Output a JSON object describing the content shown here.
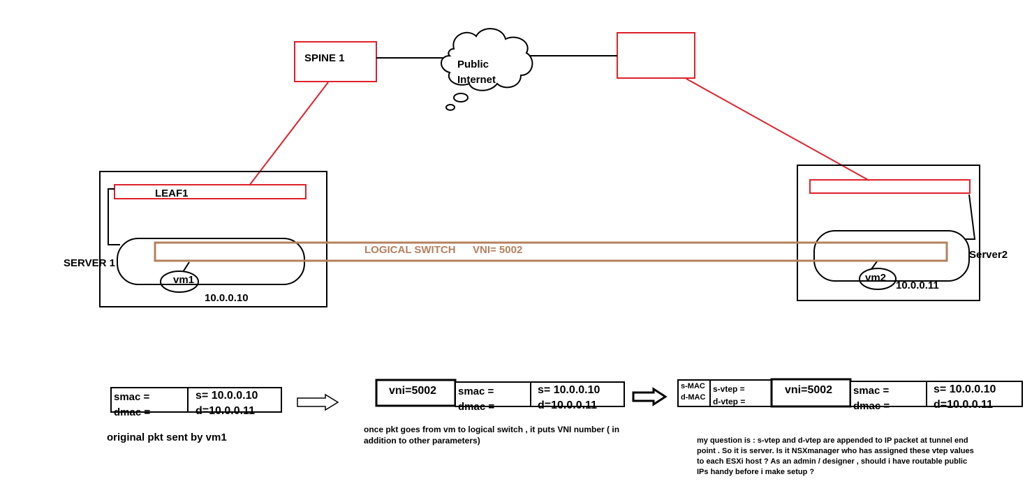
{
  "diagram": {
    "spine": {
      "label": "SPINE 1"
    },
    "cloud": {
      "line1": "Public",
      "line2": "Internet"
    },
    "server1": {
      "label": "SERVER 1",
      "leaf_label": "LEAF1",
      "vm_label": "vm1",
      "ip": "10.0.0.10"
    },
    "server2": {
      "label": "Server2",
      "vm_label": "vm2",
      "ip": "10.0.0.11"
    },
    "logical_switch": {
      "label": "LOGICAL SWITCH",
      "vni": "VNI= 5002"
    }
  },
  "packets": {
    "original": {
      "smac": "smac =",
      "dmac": "dmac =",
      "src": "s= 10.0.0.10",
      "dst": "d=10.0.0.11",
      "caption": "original pkt sent by vm1"
    },
    "vxlan": {
      "vni": "vni=5002",
      "smac": "smac =",
      "dmac": "dmac =",
      "src": "s= 10.0.0.10",
      "dst": "d=10.0.0.11",
      "caption": "once pkt goes from vm to logical switch , it puts VNI number ( in addition to other parameters)"
    },
    "tunnel": {
      "smac_outer": "s-MAC",
      "dmac_outer": "d-MAC",
      "svtep": "s-vtep =",
      "dvtep": "d-vtep =",
      "vni": "vni=5002",
      "smac": "smac =",
      "dmac": "dmac =",
      "src": "s= 10.0.0.10",
      "dst": "d=10.0.0.11",
      "question": "my question is : s-vtep and d-vtep are appended to IP packet at tunnel end point . So it is server. Is it NSXmanager who has assigned these vtep values to each ESXi host ? As an admin / designer , should i have routable public IPs handy before i make setup ?"
    }
  },
  "colors": {
    "red": "#e0202a",
    "brown": "#b5805e",
    "black": "#000000"
  }
}
